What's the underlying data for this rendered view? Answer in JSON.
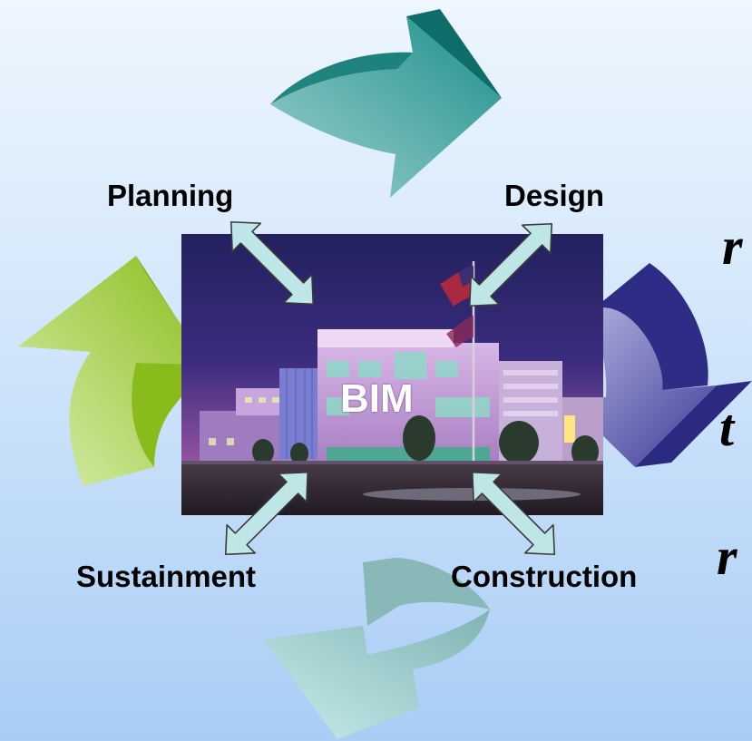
{
  "center_label": "BIM",
  "phases": {
    "planning": "Planning",
    "design": "Design",
    "construction": "Construction",
    "sustainment": "Sustainment"
  },
  "side_text": [
    "r",
    "t",
    "r"
  ],
  "colors": {
    "background_top": "#eef6fe",
    "background_bottom": "#a9cdf5",
    "cycle_arrow_top": "#1c8c86",
    "cycle_arrow_right": "#2e2e8c",
    "cycle_arrow_bottom": "#9fcfcf",
    "cycle_arrow_left": "#8fbe24",
    "connector_arrow": "#bfe6e6"
  }
}
